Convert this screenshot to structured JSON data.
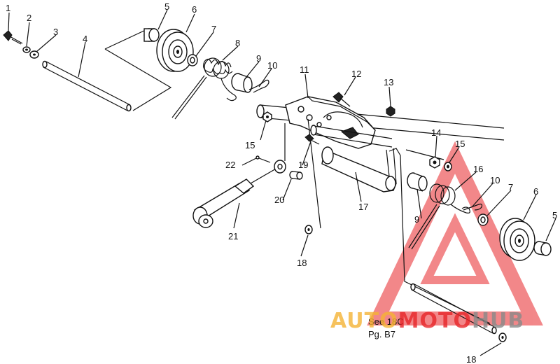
{
  "callouts": [
    {
      "id": "c1",
      "label": "1"
    },
    {
      "id": "c2",
      "label": "2"
    },
    {
      "id": "c3",
      "label": "3"
    },
    {
      "id": "c4",
      "label": "4"
    },
    {
      "id": "c5a",
      "label": "5"
    },
    {
      "id": "c6a",
      "label": "6"
    },
    {
      "id": "c7a",
      "label": "7"
    },
    {
      "id": "c8",
      "label": "8"
    },
    {
      "id": "c9a",
      "label": "9"
    },
    {
      "id": "c10a",
      "label": "10"
    },
    {
      "id": "c11",
      "label": "11"
    },
    {
      "id": "c12",
      "label": "12"
    },
    {
      "id": "c13",
      "label": "13"
    },
    {
      "id": "c14",
      "label": "14"
    },
    {
      "id": "c15a",
      "label": "15"
    },
    {
      "id": "c15b",
      "label": "15"
    },
    {
      "id": "c16",
      "label": "16"
    },
    {
      "id": "c10b",
      "label": "10"
    },
    {
      "id": "c7b",
      "label": "7"
    },
    {
      "id": "c6b",
      "label": "6"
    },
    {
      "id": "c5b",
      "label": "5"
    },
    {
      "id": "c9b",
      "label": "9"
    },
    {
      "id": "c17",
      "label": "17"
    },
    {
      "id": "c18a",
      "label": "18"
    },
    {
      "id": "c18b",
      "label": "18"
    },
    {
      "id": "c19",
      "label": "19"
    },
    {
      "id": "c20",
      "label": "20"
    },
    {
      "id": "c21",
      "label": "21"
    },
    {
      "id": "c22",
      "label": "22"
    }
  ],
  "note": {
    "line1": "See 18C",
    "line2": "Pg. B7"
  },
  "watermark": {
    "part1": "AUTO",
    "part2": "MOTO",
    "part3": "HUB",
    "color_orange": "#f5b335",
    "color_red": "#e8262a",
    "color_gray": "#8a8a8a"
  }
}
